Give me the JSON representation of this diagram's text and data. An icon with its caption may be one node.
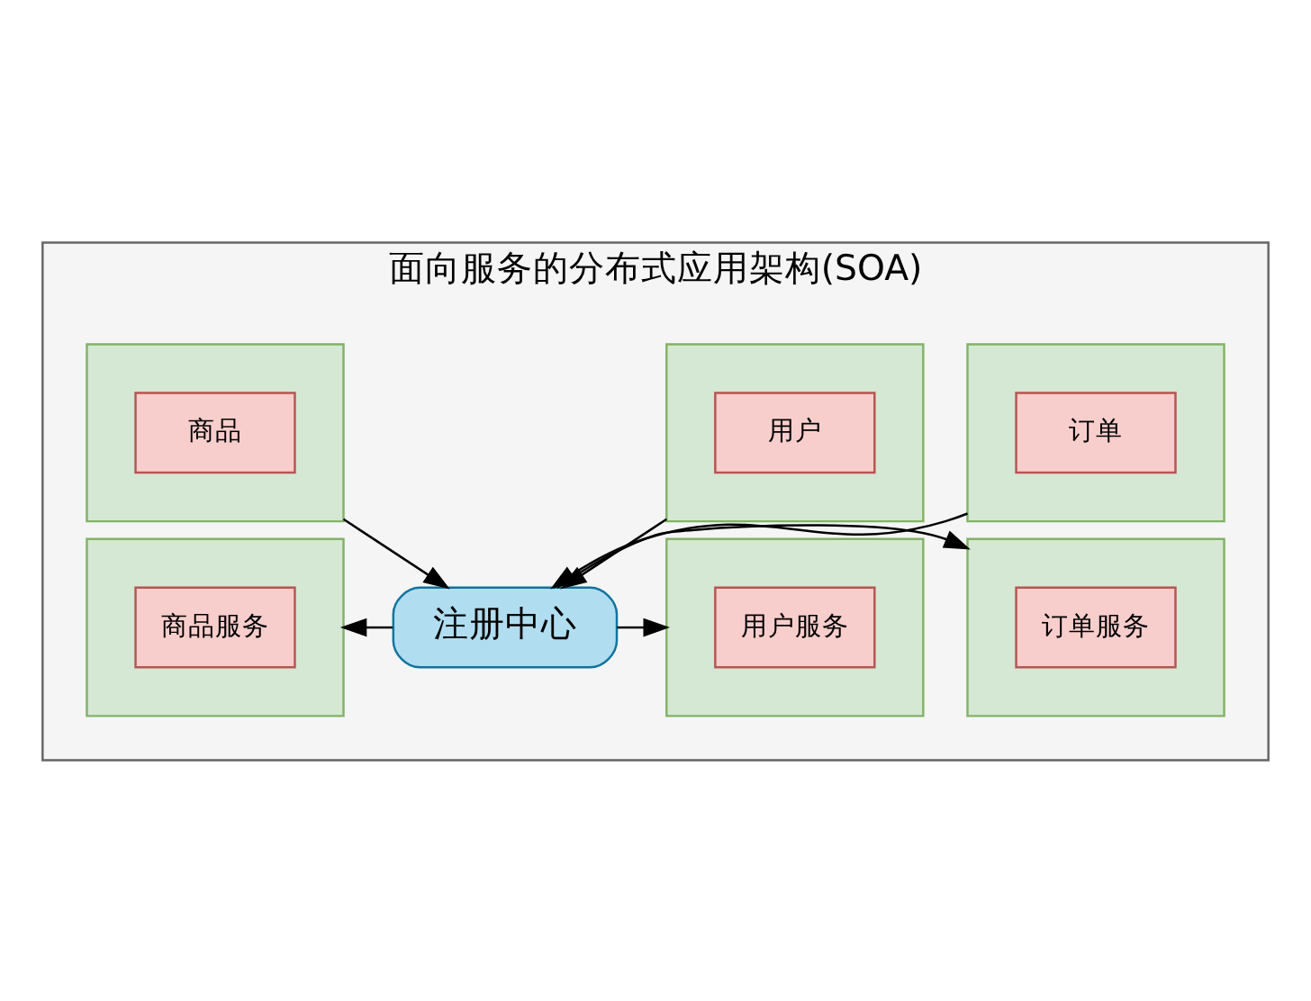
{
  "diagram": {
    "nodes": [
      {
        "text": [
          "面向服务的分布式应用架构(SOA)"
        ]
      },
      {
        "text": [],
        "shape": "box",
        "in": 0
      },
      {
        "text": [
          "订单"
        ],
        "in": 1
      },
      {
        "text": [],
        "shape": "box",
        "in": 0
      },
      {
        "text": [
          "用户"
        ],
        "in": 3
      },
      {
        "text": [],
        "shape": "box",
        "in": 0
      },
      {
        "text": [
          "商品"
        ],
        "in": 5
      },
      {
        "text": [
          "注册中心"
        ],
        "in": 0
      },
      {
        "text": [],
        "shape": "box",
        "in": 0
      },
      {
        "text": [
          "订单服务"
        ],
        "in": 8
      },
      {
        "text": [],
        "shape": "box",
        "in": 0
      },
      {
        "text": [
          "用户服务"
        ],
        "in": 10
      },
      {
        "text": [],
        "shape": "box",
        "in": 0
      },
      {
        "text": [
          "商品服务"
        ],
        "in": 12
      }
    ],
    "edges": [
      {
        "from": 1,
        "to": 7,
        "arrow": "to"
      },
      {
        "from": 3,
        "to": 7,
        "arrow": "to"
      },
      {
        "from": 5,
        "to": 7,
        "arrow": "to"
      },
      {
        "from": 7,
        "to": 8,
        "arrow": "to"
      },
      {
        "from": 7,
        "to": 10,
        "arrow": "to"
      },
      {
        "from": 7,
        "to": 12,
        "arrow": "to"
      }
    ]
  }
}
